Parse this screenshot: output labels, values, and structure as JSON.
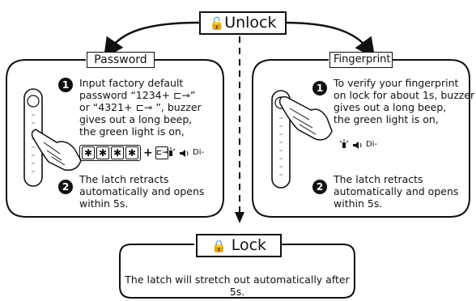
{
  "title_unlock": "Unlock",
  "title_lock": "Lock",
  "password": {
    "label": "Password",
    "step1": [
      "Input factory default",
      "password “1234+ ⊏⊸”",
      "or “4321+ ⊏⊸ ”, buzzer",
      "gives out a long beep,",
      "the green light is on,"
    ],
    "keys": [
      "✱",
      "✱",
      "✱",
      "✱"
    ],
    "sound": "Di-",
    "step2": [
      "The latch retracts",
      "automatically and opens",
      " within 5s."
    ],
    "step1_num": "1",
    "step2_num": "2"
  },
  "fingerprint": {
    "label": "Fingerprint",
    "step1": [
      "To verify your fingerprint",
      "on lock for about 1s, buzzer",
      "gives out a long beep,",
      "the green light is on,"
    ],
    "sound": "Di-",
    "step2": [
      "The latch retracts",
      "automatically and opens",
      "within 5s."
    ],
    "step1_num": "1",
    "step2_num": "2"
  },
  "lock_text": "The latch will stretch out automatically after 5s."
}
